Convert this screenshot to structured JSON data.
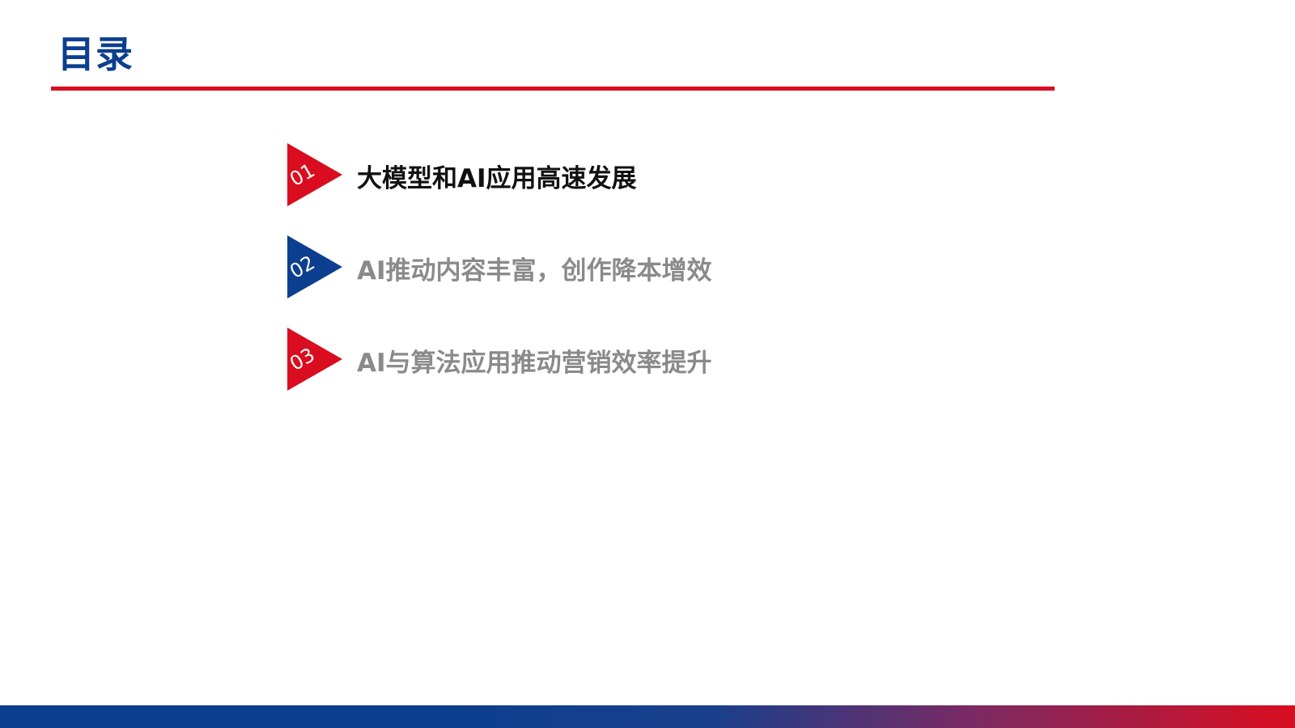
{
  "header": {
    "title": "目录"
  },
  "toc": {
    "items": [
      {
        "number": "01",
        "label": "大模型和AI应用高速发展",
        "marker_color": "#d90d1f",
        "text_color": "#111111"
      },
      {
        "number": "02",
        "label": "AI推动内容丰富，创作降本增效",
        "marker_color": "#0c3f8f",
        "text_color": "#8a8a8a"
      },
      {
        "number": "03",
        "label": "AI与算法应用推动营销效率提升",
        "marker_color": "#d90d1f",
        "text_color": "#8a8a8a"
      }
    ]
  },
  "colors": {
    "primary_blue": "#0c3f8f",
    "accent_red": "#d90d1f"
  }
}
